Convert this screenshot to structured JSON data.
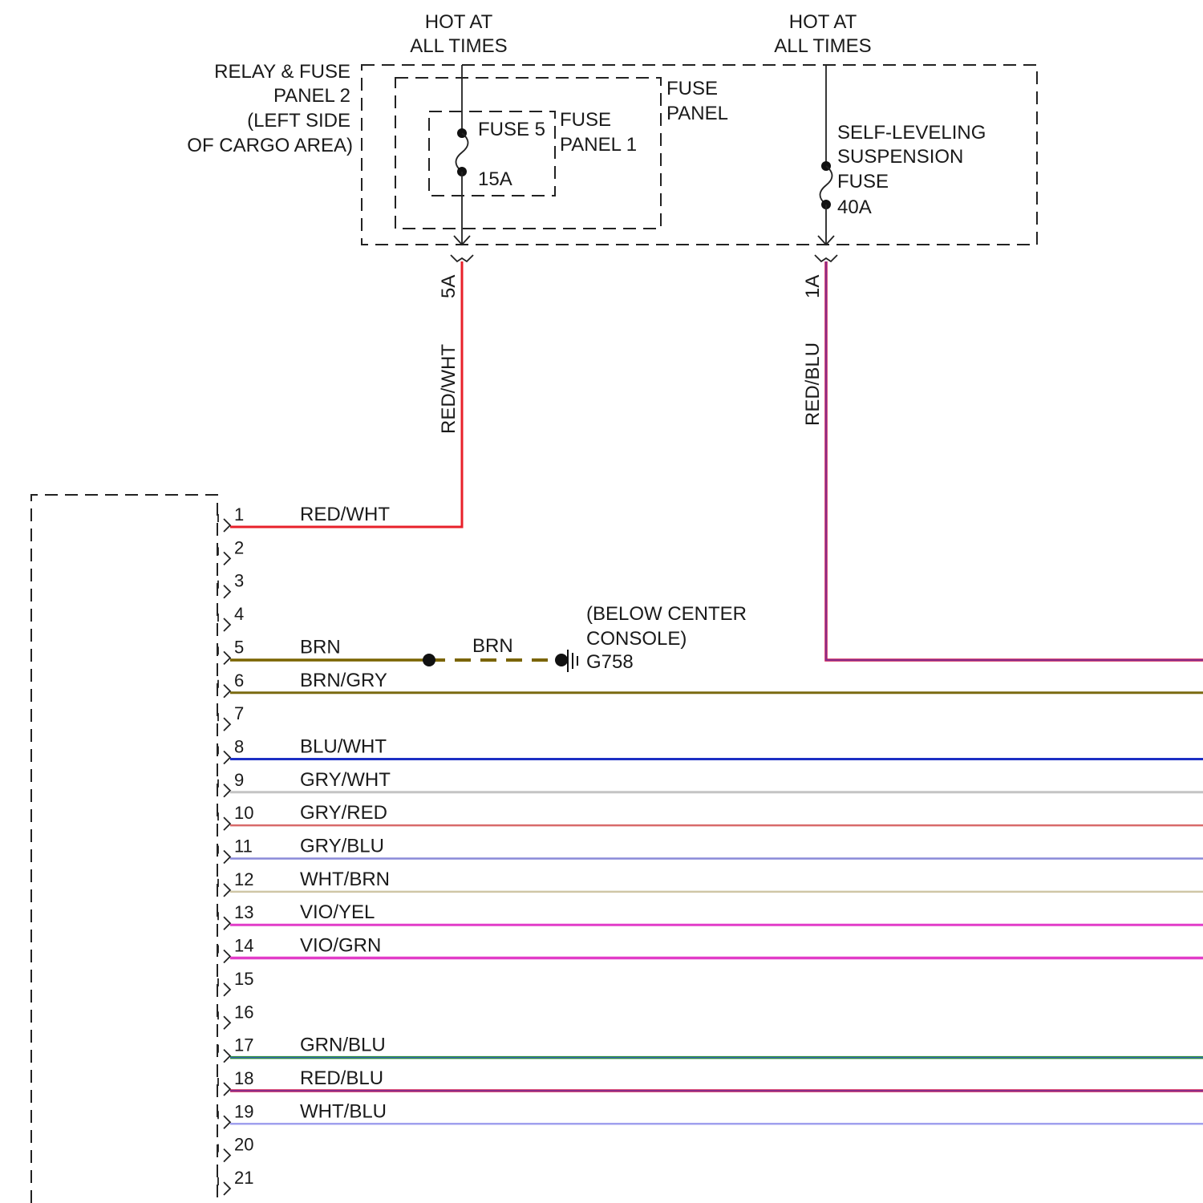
{
  "top": {
    "hot_left_1": "HOT AT",
    "hot_left_2": "ALL TIMES",
    "hot_right_1": "HOT AT",
    "hot_right_2": "ALL TIMES"
  },
  "relay_panel": {
    "line1": "RELAY & FUSE",
    "line2": "PANEL 2",
    "line3": "(LEFT SIDE",
    "line4": "OF CARGO AREA)"
  },
  "fuse_panel": {
    "line1": "FUSE",
    "line2": "PANEL"
  },
  "fuse_panel_1": {
    "line1": "FUSE",
    "line2": "PANEL 1"
  },
  "fuse5": {
    "name": "FUSE 5",
    "rating": "15A"
  },
  "slfuse": {
    "line1": "SELF-LEVELING",
    "line2": "SUSPENSION",
    "line3": "FUSE",
    "rating": "40A"
  },
  "connectors": {
    "left_pin": "5A",
    "right_pin": "1A"
  },
  "vertical_wires": {
    "left": "RED/WHT",
    "right": "RED/BLU"
  },
  "ground": {
    "line1": "(BELOW CENTER",
    "line2": "CONSOLE)",
    "id": "G758",
    "wire_label": "BRN"
  },
  "colors": {
    "RED": "#e8202a",
    "BRN": "#7a6400",
    "BRN/GRY": "#7a6a10",
    "BLU": "#1c2fc4",
    "GRY": "#c4c4c4",
    "GRY/RED": "#d86a6a",
    "GRY/BLU": "#8a8ad8",
    "WHT/BRN": "#cfc6a6",
    "VIO": "#e23cc8",
    "GRN": "#2a8a3a",
    "RED/BLU": "#d41850",
    "WHT/BLU": "#a0a0ee"
  },
  "pins": [
    {
      "num": "1",
      "wire": "RED/WHT"
    },
    {
      "num": "2",
      "wire": ""
    },
    {
      "num": "3",
      "wire": ""
    },
    {
      "num": "4",
      "wire": ""
    },
    {
      "num": "5",
      "wire": "BRN"
    },
    {
      "num": "6",
      "wire": "BRN/GRY"
    },
    {
      "num": "7",
      "wire": ""
    },
    {
      "num": "8",
      "wire": "BLU/WHT"
    },
    {
      "num": "9",
      "wire": "GRY/WHT"
    },
    {
      "num": "10",
      "wire": "GRY/RED"
    },
    {
      "num": "11",
      "wire": "GRY/BLU"
    },
    {
      "num": "12",
      "wire": "WHT/BRN"
    },
    {
      "num": "13",
      "wire": "VIO/YEL"
    },
    {
      "num": "14",
      "wire": "VIO/GRN"
    },
    {
      "num": "15",
      "wire": ""
    },
    {
      "num": "16",
      "wire": ""
    },
    {
      "num": "17",
      "wire": "GRN/BLU"
    },
    {
      "num": "18",
      "wire": "RED/BLU"
    },
    {
      "num": "19",
      "wire": "WHT/BLU"
    },
    {
      "num": "20",
      "wire": ""
    },
    {
      "num": "21",
      "wire": ""
    }
  ]
}
